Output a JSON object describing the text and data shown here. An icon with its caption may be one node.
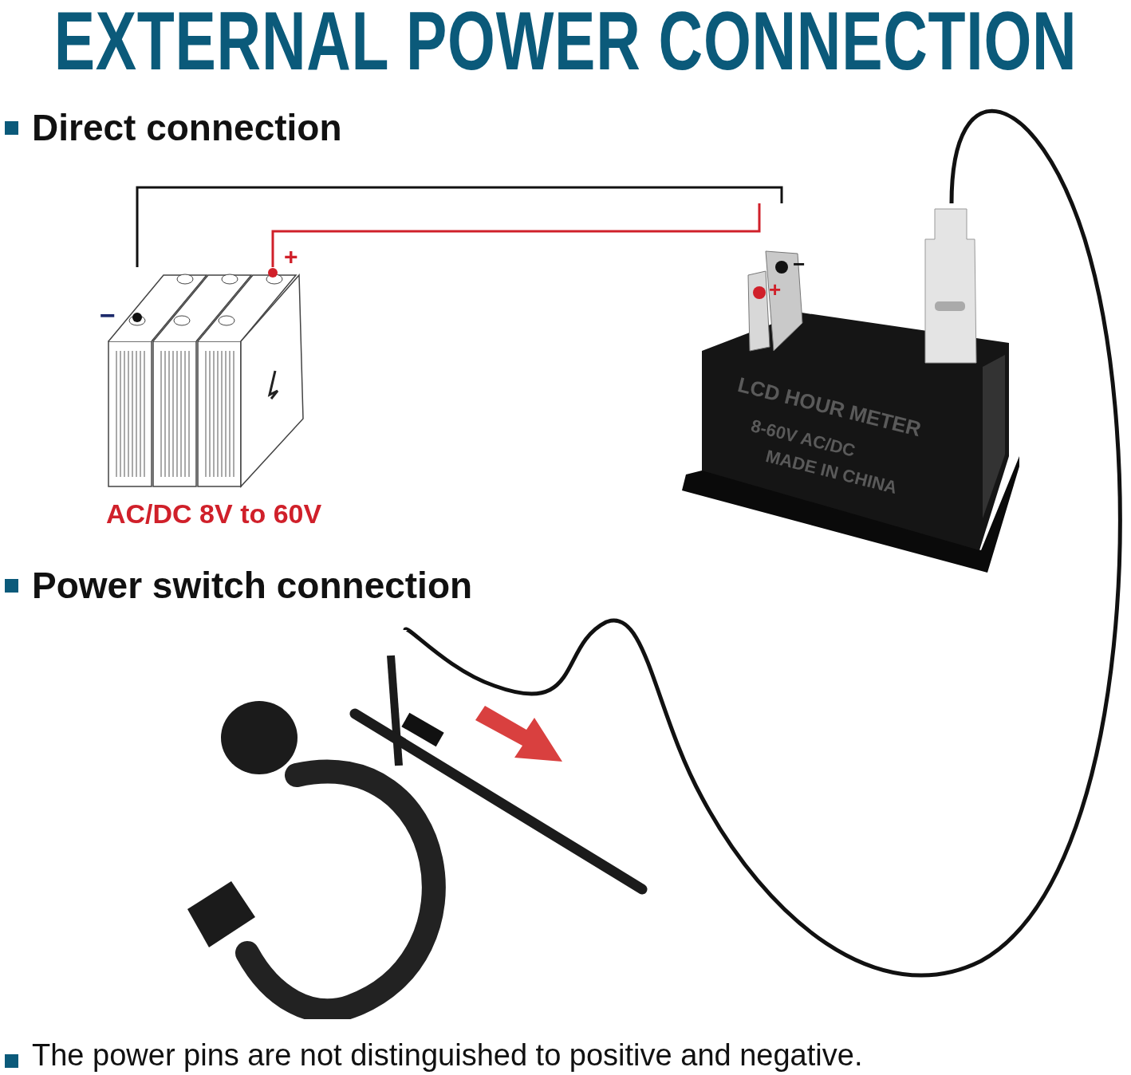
{
  "diagram": {
    "title": "EXTERNAL POWER CONNECTION",
    "nodes": [
      {
        "text": [],
        "shape": "picture",
        "beside": [
          "AC/DC 8V to 60V"
        ]
      },
      {
        "text": [
          "LCD HOUR METER",
          "8-60V AC/DC",
          "MADE IN CHINA"
        ]
      },
      {
        "text": [],
        "shape": "picture"
      }
    ],
    "edges": [
      {
        "from": 0,
        "to": 1,
        "arrow": "none"
      },
      {
        "from": 0,
        "to": 1,
        "arrow": "none",
        "color": "#d0202a"
      },
      {
        "from": 1,
        "to": 2,
        "arrow": "none"
      }
    ],
    "labels": [
      "Direct connection",
      "+",
      "−",
      "+",
      "−",
      "Power switch connection",
      "The power pins are not distinguished to positive and negative."
    ]
  }
}
